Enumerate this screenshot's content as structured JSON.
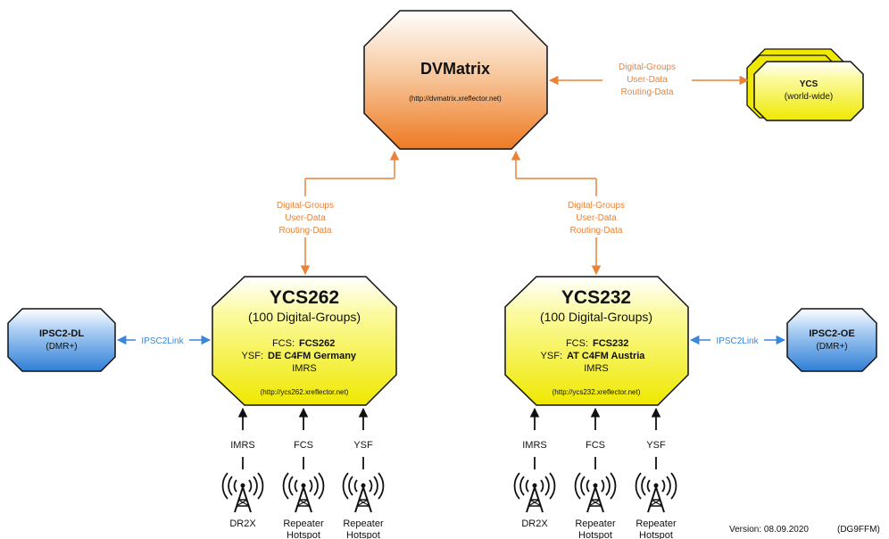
{
  "dvmatrix": {
    "title": "DVMatrix",
    "url": "(http://dvmatrix.xreflector.net)"
  },
  "ycs_world": {
    "title": "YCS",
    "subtitle": "(world-wide)"
  },
  "link_labels": {
    "line1": "Digital-Groups",
    "line2": "User-Data",
    "line3": "Routing-Data"
  },
  "ycs262": {
    "title": "YCS262",
    "subtitle": "(100 Digital-Groups)",
    "fcs_label": "FCS:",
    "fcs_value": "FCS262",
    "ysf_label": "YSF:",
    "ysf_value": "DE C4FM Germany",
    "imrs": "IMRS",
    "url": "(http://ycs262.xreflector.net)"
  },
  "ycs232": {
    "title": "YCS232",
    "subtitle": "(100 Digital-Groups)",
    "fcs_label": "FCS:",
    "fcs_value": "FCS232",
    "ysf_label": "YSF:",
    "ysf_value": "AT C4FM Austria",
    "imrs": "IMRS",
    "url": "(http://ycs232.xreflector.net)"
  },
  "ipsc_dl": {
    "title": "IPSC2-DL",
    "subtitle": "(DMR+)",
    "link": "IPSC2Link"
  },
  "ipsc_oe": {
    "title": "IPSC2-OE",
    "subtitle": "(DMR+)",
    "link": "IPSC2Link"
  },
  "feeds": {
    "imrs": "IMRS",
    "fcs": "FCS",
    "ysf": "YSF",
    "dr2x": "DR2X",
    "repeater": "Repeater",
    "hotspot": "Hotspot"
  },
  "footer": {
    "version": "Version: 08.09.2020",
    "author": "(DG9FFM)"
  },
  "colors": {
    "orange_link": "#e8833a",
    "blue_link": "#3a86d8",
    "yellow_fill": "#f4f040",
    "orange_fill": "#f08a3a",
    "blue_fill": "#3b88dd"
  }
}
